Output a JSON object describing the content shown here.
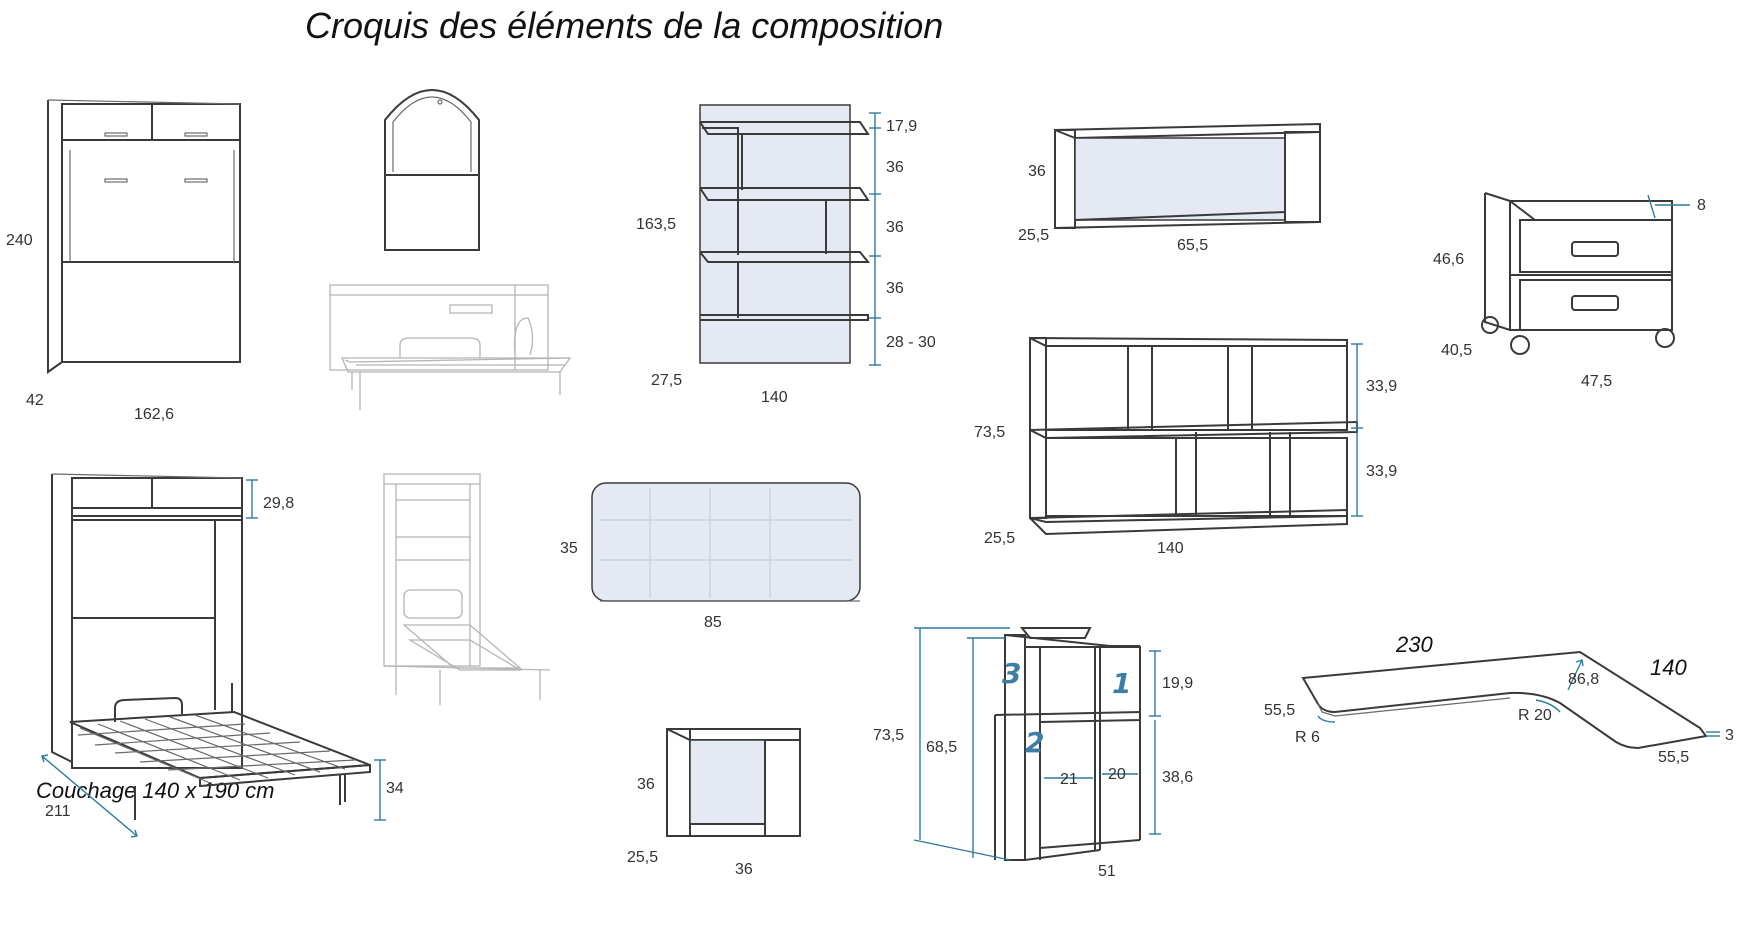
{
  "title": "Croquis des éléments de la composition",
  "caption": "Couchage 140 x 190 cm",
  "colors": {
    "line": "#3a3a3a",
    "panel": "#e4e9f4",
    "dimension": "#2e7aa4"
  },
  "labels": {
    "bed_height": "240",
    "bed_depth": "42",
    "bed_width": "162,6",
    "open_top": "29,8",
    "open_depth": "211",
    "open_height": "34",
    "shelf_gap_top": "17,9",
    "shelf_gap_1": "36",
    "shelf_gap_2": "36",
    "shelf_gap_3": "36",
    "shelf_gap_bottom": "28 - 30",
    "shelf_height": "163,5",
    "shelf_depth": "27,5",
    "shelf_width": "140",
    "headboard_height": "35",
    "headboard_width": "85",
    "cube_height": "36",
    "cube_depth": "25,5",
    "cube_width": "36",
    "wall_height": "36",
    "wall_depth": "25,5",
    "wall_width": "65,5",
    "low_height": "73,5",
    "low_top": "33,9",
    "low_bottom": "33,9",
    "low_depth": "25,5",
    "low_width": "140",
    "caisson_height": "46,6",
    "caisson_rim": "8",
    "caisson_depth": "40,5",
    "caisson_width": "47,5",
    "corner_total": "73,5",
    "corner_inner": "68,5",
    "corner_top": "19,9",
    "corner_bottom": "38,6",
    "corner_w1": "21",
    "corner_w2": "20",
    "corner_width": "51",
    "marker_1": "1",
    "marker_2": "2",
    "marker_3": "3",
    "desk_long": "230",
    "desk_short": "140",
    "desk_inner": "86,8",
    "desk_end": "55,5",
    "desk_r6": "R 6",
    "desk_r20": "R 20",
    "desk_end_right": "55,5",
    "desk_thick": "3"
  }
}
